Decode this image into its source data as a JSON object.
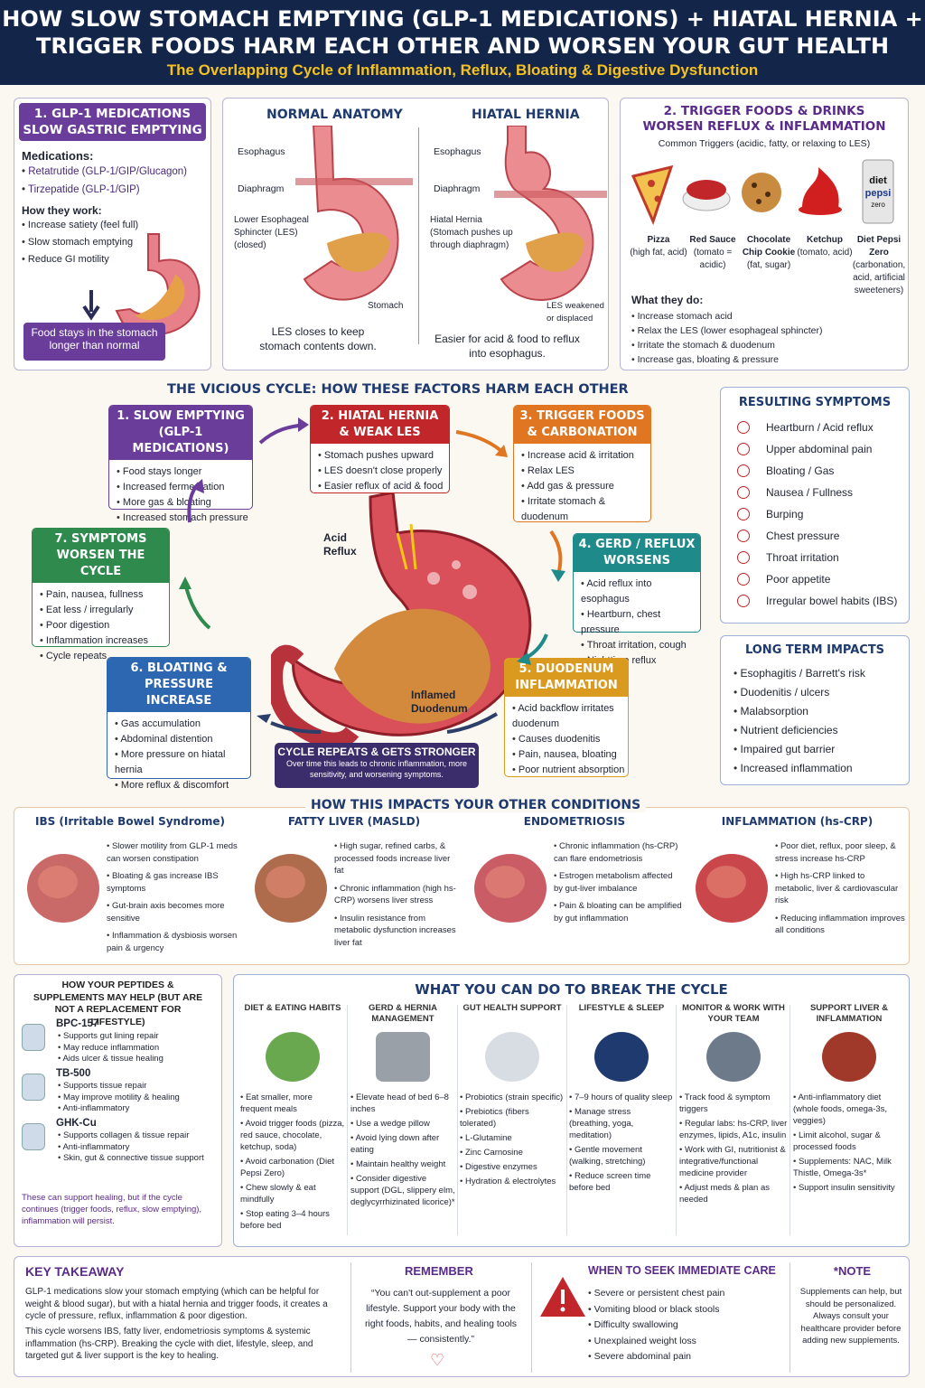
{
  "header": {
    "title1": "HOW SLOW STOMACH EMPTYING (GLP-1 MEDICATIONS) + HIATAL HERNIA +",
    "title2": "TRIGGER FOODS HARM EACH OTHER AND WORSEN YOUR GUT HEALTH",
    "subtitle": "The Overlapping Cycle of Inflammation, Reflux, Bloating & Digestive Dysfunction"
  },
  "glp": {
    "title1": "1. GLP-1 MEDICATIONS",
    "title2": "SLOW GASTRIC EMPTYING",
    "meds_label": "Medications:",
    "meds": [
      "Retatrutide (GLP-1/GIP/Glucagon)",
      "Tirzepatide (GLP-1/GIP)"
    ],
    "how_label": "How they work:",
    "how": [
      "Increase satiety (feel full)",
      "Slow stomach emptying",
      "Reduce GI motility"
    ],
    "note": "Food stays in the stomach longer than normal"
  },
  "anatomy": {
    "normal_title": "NORMAL ANATOMY",
    "hernia_title": "HIATAL HERNIA",
    "labels_left": [
      "Esophagus",
      "Diaphragm",
      "Lower Esophageal Sphincter (LES) (closed)",
      "Stomach"
    ],
    "labels_right": [
      "Esophagus",
      "Diaphragm",
      "Hiatal Hernia (Stomach pushes up through diaphragm)",
      "LES weakened or displaced"
    ],
    "caption_left": "LES closes to keep stomach contents down.",
    "caption_right": "Easier for acid & food to reflux into esophagus."
  },
  "triggers": {
    "title1": "2. TRIGGER FOODS & DRINKS",
    "title2": "WORSEN REFLUX & INFLAMMATION",
    "subtitle": "Common Triggers (acidic, fatty, or relaxing to LES)",
    "foods": [
      {
        "name": "Pizza",
        "desc": "(high fat, acid)"
      },
      {
        "name": "Red Sauce",
        "desc": "(tomato = acidic)"
      },
      {
        "name": "Chocolate Chip Cookie",
        "desc": "(fat, sugar)"
      },
      {
        "name": "Ketchup",
        "desc": "(tomato, acid)"
      },
      {
        "name": "Diet Pepsi Zero",
        "desc": "(carbonation, acid, artificial sweeteners)"
      }
    ],
    "what_label": "What they do:",
    "what": [
      "Increase stomach acid",
      "Relax the LES (lower esophageal sphincter)",
      "Irritate the stomach & duodenum",
      "Increase gas, bloating & pressure"
    ]
  },
  "cycle": {
    "title": "THE VICIOUS CYCLE: HOW THESE FACTORS HARM EACH OTHER",
    "boxes": [
      {
        "title": "1. SLOW EMPTYING (GLP-1 MEDICATIONS)",
        "items": [
          "Food stays longer",
          "Increased fermentation",
          "More gas & bloating",
          "Increased stomach pressure"
        ]
      },
      {
        "title": "2. HIATAL HERNIA & WEAK LES",
        "items": [
          "Stomach pushes upward",
          "LES doesn't close properly",
          "Easier reflux of acid & food"
        ]
      },
      {
        "title": "3. TRIGGER FOODS & CARBONATION",
        "items": [
          "Increase acid & irritation",
          "Relax LES",
          "Add gas & pressure",
          "Irritate stomach & duodenum"
        ]
      },
      {
        "title": "4. GERD / REFLUX WORSENS",
        "items": [
          "Acid reflux into esophagus",
          "Heartburn, chest pressure",
          "Throat irritation, cough",
          "Nighttime reflux"
        ]
      },
      {
        "title": "5. DUODENUM INFLAMMATION",
        "items": [
          "Acid backflow irritates duodenum",
          "Causes duodenitis",
          "Pain, nausea, bloating",
          "Poor nutrient absorption"
        ]
      },
      {
        "title": "6. BLOATING & PRESSURE INCREASE",
        "items": [
          "Gas accumulation",
          "Abdominal distention",
          "More pressure on hiatal hernia",
          "More reflux & discomfort"
        ]
      },
      {
        "title": "7. SYMPTOMS WORSEN THE CYCLE",
        "items": [
          "Pain, nausea, fullness",
          "Eat less / irregularly",
          "Poor digestion",
          "Inflammation increases",
          "Cycle repeats"
        ]
      }
    ],
    "acid_label": "Acid Reflux",
    "duo_label": "Inflamed Duodenum",
    "repeat_title": "CYCLE REPEATS & GETS STRONGER",
    "repeat_text": "Over time this leads to chronic inflammation, more sensitivity, and worsening symptoms."
  },
  "symptoms": {
    "title": "RESULTING SYMPTOMS",
    "items": [
      "Heartburn / Acid reflux",
      "Upper abdominal pain",
      "Bloating / Gas",
      "Nausea / Fullness",
      "Burping",
      "Chest pressure",
      "Throat irritation",
      "Poor appetite",
      "Irregular bowel habits (IBS)"
    ]
  },
  "longterm": {
    "title": "LONG TERM IMPACTS",
    "items": [
      "Esophagitis / Barrett's risk",
      "Duodenitis / ulcers",
      "Malabsorption",
      "Nutrient deficiencies",
      "Impaired gut barrier",
      "Increased inflammation"
    ]
  },
  "impacts": {
    "title": "HOW THIS IMPACTS YOUR OTHER CONDITIONS",
    "cols": [
      {
        "title": "IBS (Irritable Bowel Syndrome)",
        "items": [
          "Slower motility from GLP-1 meds can worsen constipation",
          "Bloating & gas increase IBS symptoms",
          "Gut-brain axis becomes more sensitive",
          "Inflammation & dysbiosis worsen pain & urgency"
        ]
      },
      {
        "title": "FATTY LIVER (MASLD)",
        "items": [
          "High sugar, refined carbs, & processed foods increase liver fat",
          "Chronic inflammation (high hs-CRP) worsens liver stress",
          "Insulin resistance from metabolic dysfunction increases liver fat"
        ]
      },
      {
        "title": "ENDOMETRIOSIS",
        "items": [
          "Chronic inflammation (hs-CRP) can flare endometriosis",
          "Estrogen metabolism affected by gut-liver imbalance",
          "Pain & bloating can be amplified by gut inflammation"
        ]
      },
      {
        "title": "INFLAMMATION (hs-CRP)",
        "items": [
          "Poor diet, reflux, poor sleep, & stress increase hs-CRP",
          "High hs-CRP linked to metabolic, liver & cardiovascular risk",
          "Reducing inflammation improves all conditions"
        ]
      }
    ]
  },
  "peptides": {
    "title": "HOW YOUR PEPTIDES & SUPPLEMENTS MAY HELP (BUT ARE NOT A REPLACEMENT FOR LIFESTYLE)",
    "items": [
      {
        "name": "BPC-157",
        "points": [
          "Supports gut lining repair",
          "May reduce inflammation",
          "Aids ulcer & tissue healing"
        ]
      },
      {
        "name": "TB-500",
        "points": [
          "Supports tissue repair",
          "May improve motility & healing",
          "Anti-inflammatory"
        ]
      },
      {
        "name": "GHK-Cu",
        "points": [
          "Supports collagen & tissue repair",
          "Anti-inflammatory",
          "Skin, gut & connective tissue support"
        ]
      }
    ],
    "note": "These can support healing, but if the cycle continues (trigger foods, reflux, slow emptying), inflammation will persist."
  },
  "actions": {
    "title": "WHAT YOU CAN DO TO BREAK THE CYCLE",
    "cols": [
      {
        "title": "DIET & EATING HABITS",
        "items": [
          "Eat smaller, more frequent meals",
          "Avoid trigger foods (pizza, red sauce, chocolate, ketchup, soda)",
          "Avoid carbonation (Diet Pepsi Zero)",
          "Chew slowly & eat mindfully",
          "Stop eating 3–4 hours before bed"
        ]
      },
      {
        "title": "GERD & HERNIA MANAGEMENT",
        "items": [
          "Elevate head of bed 6–8 inches",
          "Use a wedge pillow",
          "Avoid lying down after eating",
          "Maintain healthy weight",
          "Consider digestive support (DGL, slippery elm, deglycyrrhizinated licorice)*"
        ]
      },
      {
        "title": "GUT HEALTH SUPPORT",
        "items": [
          "Probiotics (strain specific)",
          "Prebiotics (fibers tolerated)",
          "L-Glutamine",
          "Zinc Carnosine",
          "Digestive enzymes",
          "Hydration & electrolytes"
        ]
      },
      {
        "title": "LIFESTYLE & SLEEP",
        "items": [
          "7–9 hours of quality sleep",
          "Manage stress (breathing, yoga, meditation)",
          "Gentle movement (walking, stretching)",
          "Reduce screen time before bed"
        ]
      },
      {
        "title": "MONITOR & WORK WITH YOUR TEAM",
        "items": [
          "Track food & symptom triggers",
          "Regular labs: hs-CRP, liver enzymes, lipids, A1c, insulin",
          "Work with GI, nutritionist & integrative/functional medicine provider",
          "Adjust meds & plan as needed"
        ]
      },
      {
        "title": "SUPPORT LIVER & INFLAMMATION",
        "items": [
          "Anti-inflammatory diet (whole foods, omega-3s, veggies)",
          "Limit alcohol, sugar & processed foods",
          "Supplements: NAC, Milk Thistle, Omega-3s*",
          "Support insulin sensitivity"
        ]
      }
    ]
  },
  "footer": {
    "key_title": "KEY TAKEAWAY",
    "key_p1": "GLP-1 medications slow your stomach emptying (which can be helpful for weight & blood sugar), but with a hiatal hernia and trigger foods, it creates a cycle of pressure, reflux, inflammation & poor digestion.",
    "key_p2": "This cycle worsens IBS, fatty liver, endometriosis symptoms & systemic inflammation (hs-CRP). Breaking the cycle with diet, lifestyle, sleep, and targeted gut & liver support is the key to healing.",
    "remember_title": "REMEMBER",
    "remember_text": "“You can't out-supplement a poor lifestyle. Support your body with the right foods, habits, and healing tools — consistently.”",
    "care_title": "WHEN TO SEEK IMMEDIATE CARE",
    "care_items": [
      "Severe or persistent chest pain",
      "Vomiting blood or black stools",
      "Difficulty swallowing",
      "Unexplained weight loss",
      "Severe abdominal pain"
    ],
    "note_title": "*NOTE",
    "note_text": "Supplements can help, but should be personalized. Always consult your healthcare provider before adding new supplements."
  },
  "colors": {
    "navy": "#13264a",
    "gold": "#f5c222",
    "purple": "#6a3d9a",
    "red": "#c0262a"
  }
}
